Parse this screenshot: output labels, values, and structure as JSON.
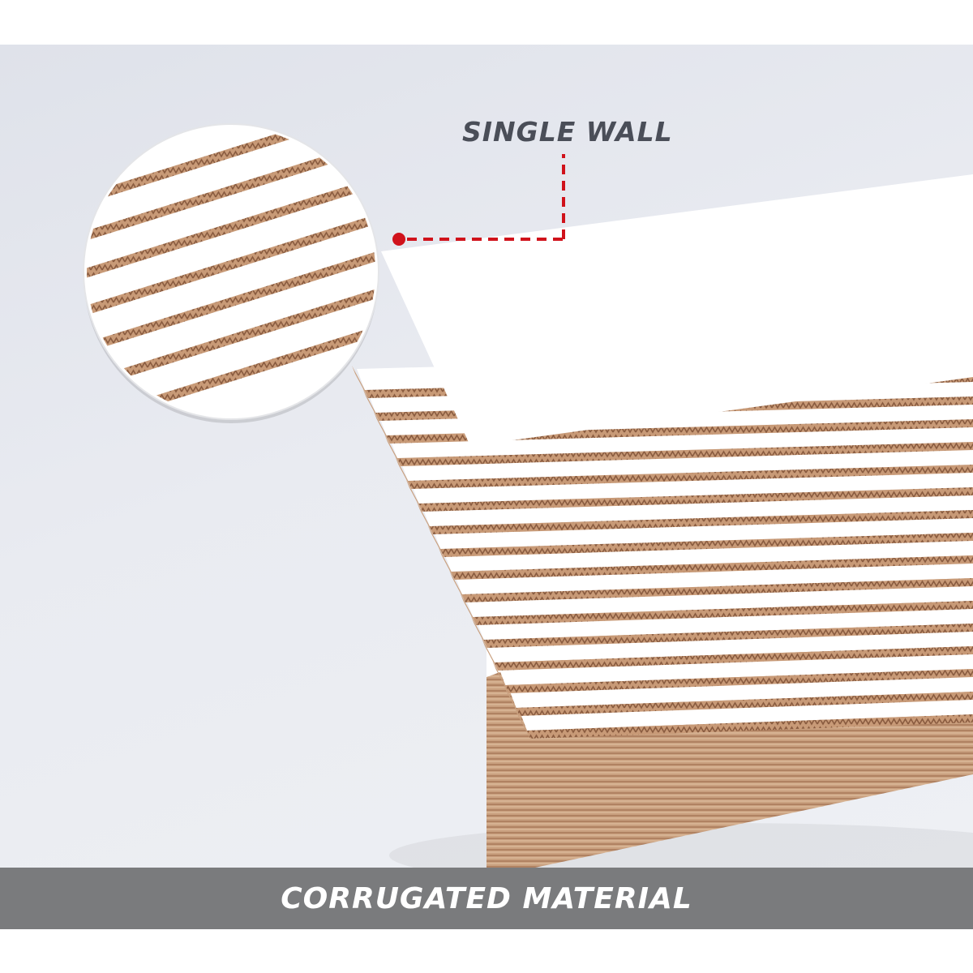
{
  "callout": {
    "label": "SINGLE WALL",
    "line_color": "#d0121b"
  },
  "banner": {
    "text": "CORRUGATED MATERIAL",
    "background": "#7a7b7d",
    "text_color": "#ffffff"
  },
  "colors": {
    "board_face": "#ffffff",
    "flute_kraft": "#b98866",
    "flute_dark": "#8a5c40",
    "background": "#e6e8ee"
  },
  "scene": {
    "subject": "fanned stack of white corrugated cardboard sheets",
    "detail_view": "circular magnified cross-section of stacked corrugated sheets"
  }
}
